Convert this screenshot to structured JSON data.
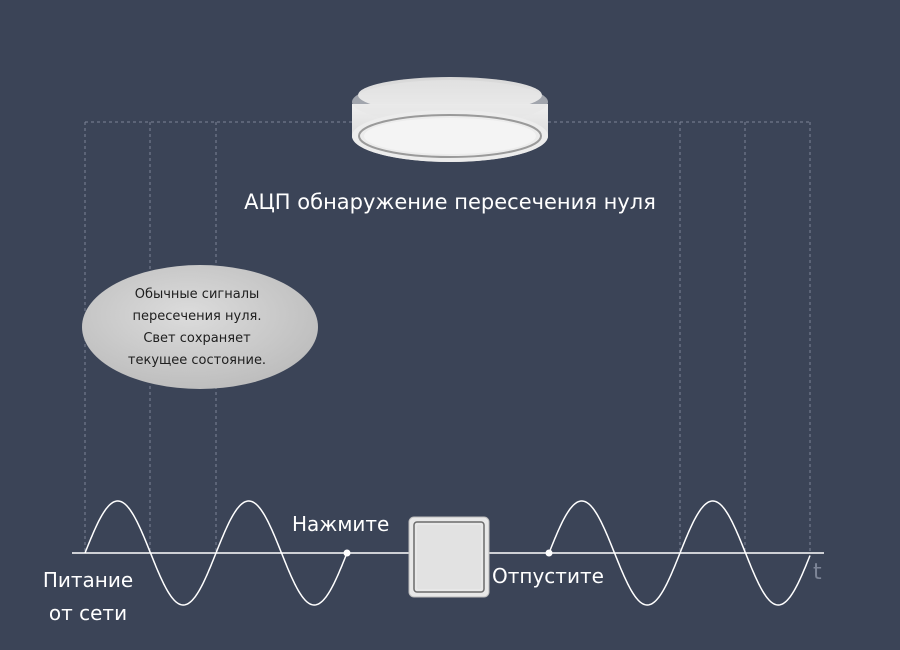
{
  "diagram": {
    "title": "АЦП обнаружение пересечения нуля",
    "bubble": {
      "lines": [
        "Обычные сигналы",
        "пересечения нуля.",
        "Свет сохраняет",
        "текущее состояние."
      ]
    },
    "labels": {
      "power_line1": "Питание",
      "power_line2": "от сети",
      "press": "Нажмите",
      "release": "Отпустите",
      "time_axis": "t"
    },
    "colors": {
      "background": "#3b4457",
      "wave": "#ffffff",
      "guide_lines": "#7d8597",
      "lamp": "#e3e3e3",
      "bubble": "#d2d2d2"
    },
    "icons": {
      "lamp": "ceiling-lamp-icon",
      "switch": "push-button-icon"
    }
  }
}
